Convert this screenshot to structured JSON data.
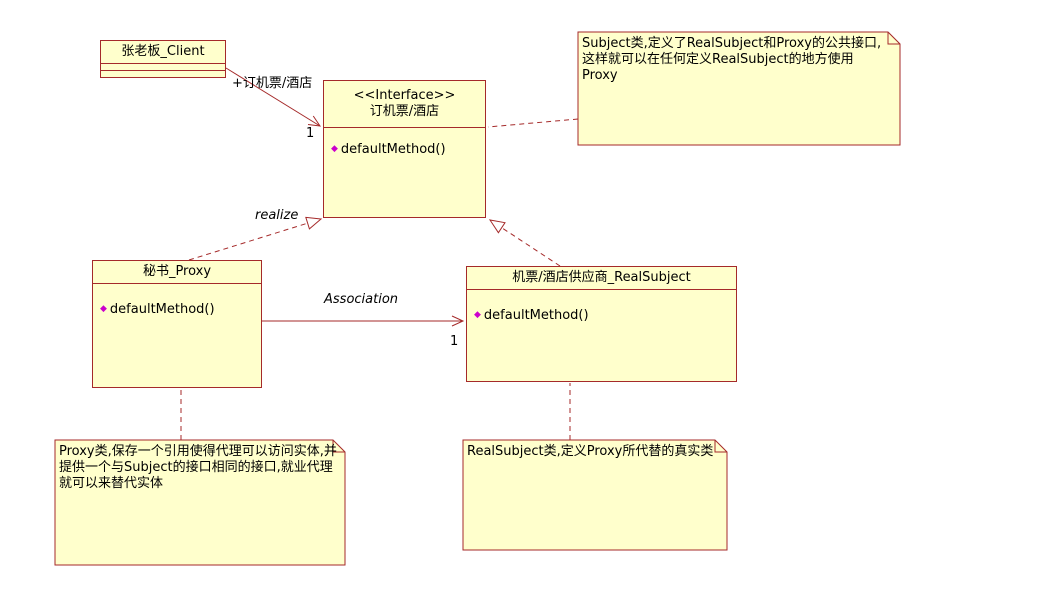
{
  "colors": {
    "node_fill": "#FFFFCC",
    "node_border": "#A52A2A",
    "method_diamond": "#CC00CC",
    "text": "#000000"
  },
  "classes": {
    "client": {
      "name": "张老板_Client"
    },
    "interface": {
      "stereotype": "<<Interface>>",
      "name": "订机票/酒店",
      "method": "defaultMethod()"
    },
    "proxy": {
      "name": "秘书_Proxy",
      "method": "defaultMethod()"
    },
    "real_subject": {
      "name": "机票/酒店供应商_RealSubject",
      "method": "defaultMethod()"
    }
  },
  "notes": {
    "subject": {
      "text": "Subject类,定义了RealSubject和Proxy的公共接口,这样就可以在任何定义RealSubject的地方使用Proxy"
    },
    "proxy": {
      "text": "Proxy类,保存一个引用使得代理可以访问实体,并提供一个与Subject的接口相同的接口,就业代理就可以来替代实体"
    },
    "real_subject": {
      "text": "RealSubject类,定义Proxy所代替的真实类"
    }
  },
  "edges": {
    "client_association": {
      "label": "+订机票/酒店",
      "multiplicity": "1"
    },
    "proxy_realize": {
      "label": "realize"
    },
    "proxy_association": {
      "label": "Association",
      "multiplicity": "1"
    }
  }
}
